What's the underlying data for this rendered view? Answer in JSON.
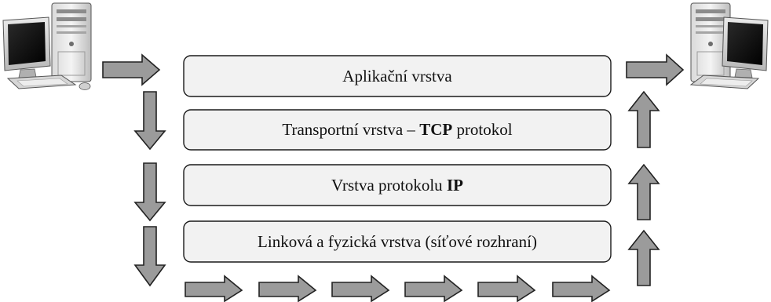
{
  "layers": [
    {
      "parts": [
        {
          "text": "Aplikační vrstva",
          "bold": false
        }
      ]
    },
    {
      "parts": [
        {
          "text": "Transportní vrstva – ",
          "bold": false
        },
        {
          "text": "TCP",
          "bold": true
        },
        {
          "text": " protokol",
          "bold": false
        }
      ]
    },
    {
      "parts": [
        {
          "text": "Vrstva protokolu ",
          "bold": false
        },
        {
          "text": "IP",
          "bold": true
        }
      ]
    },
    {
      "parts": [
        {
          "text": "Linková a fyzická vrstva (síťové rozhraní)",
          "bold": false
        }
      ]
    }
  ],
  "icons": {
    "sender": "computer-icon",
    "receiver": "computer-icon"
  },
  "colors": {
    "box_fill": "#f2f2f2",
    "arrow_fill": "#9b9b9b",
    "outline": "#222222"
  }
}
